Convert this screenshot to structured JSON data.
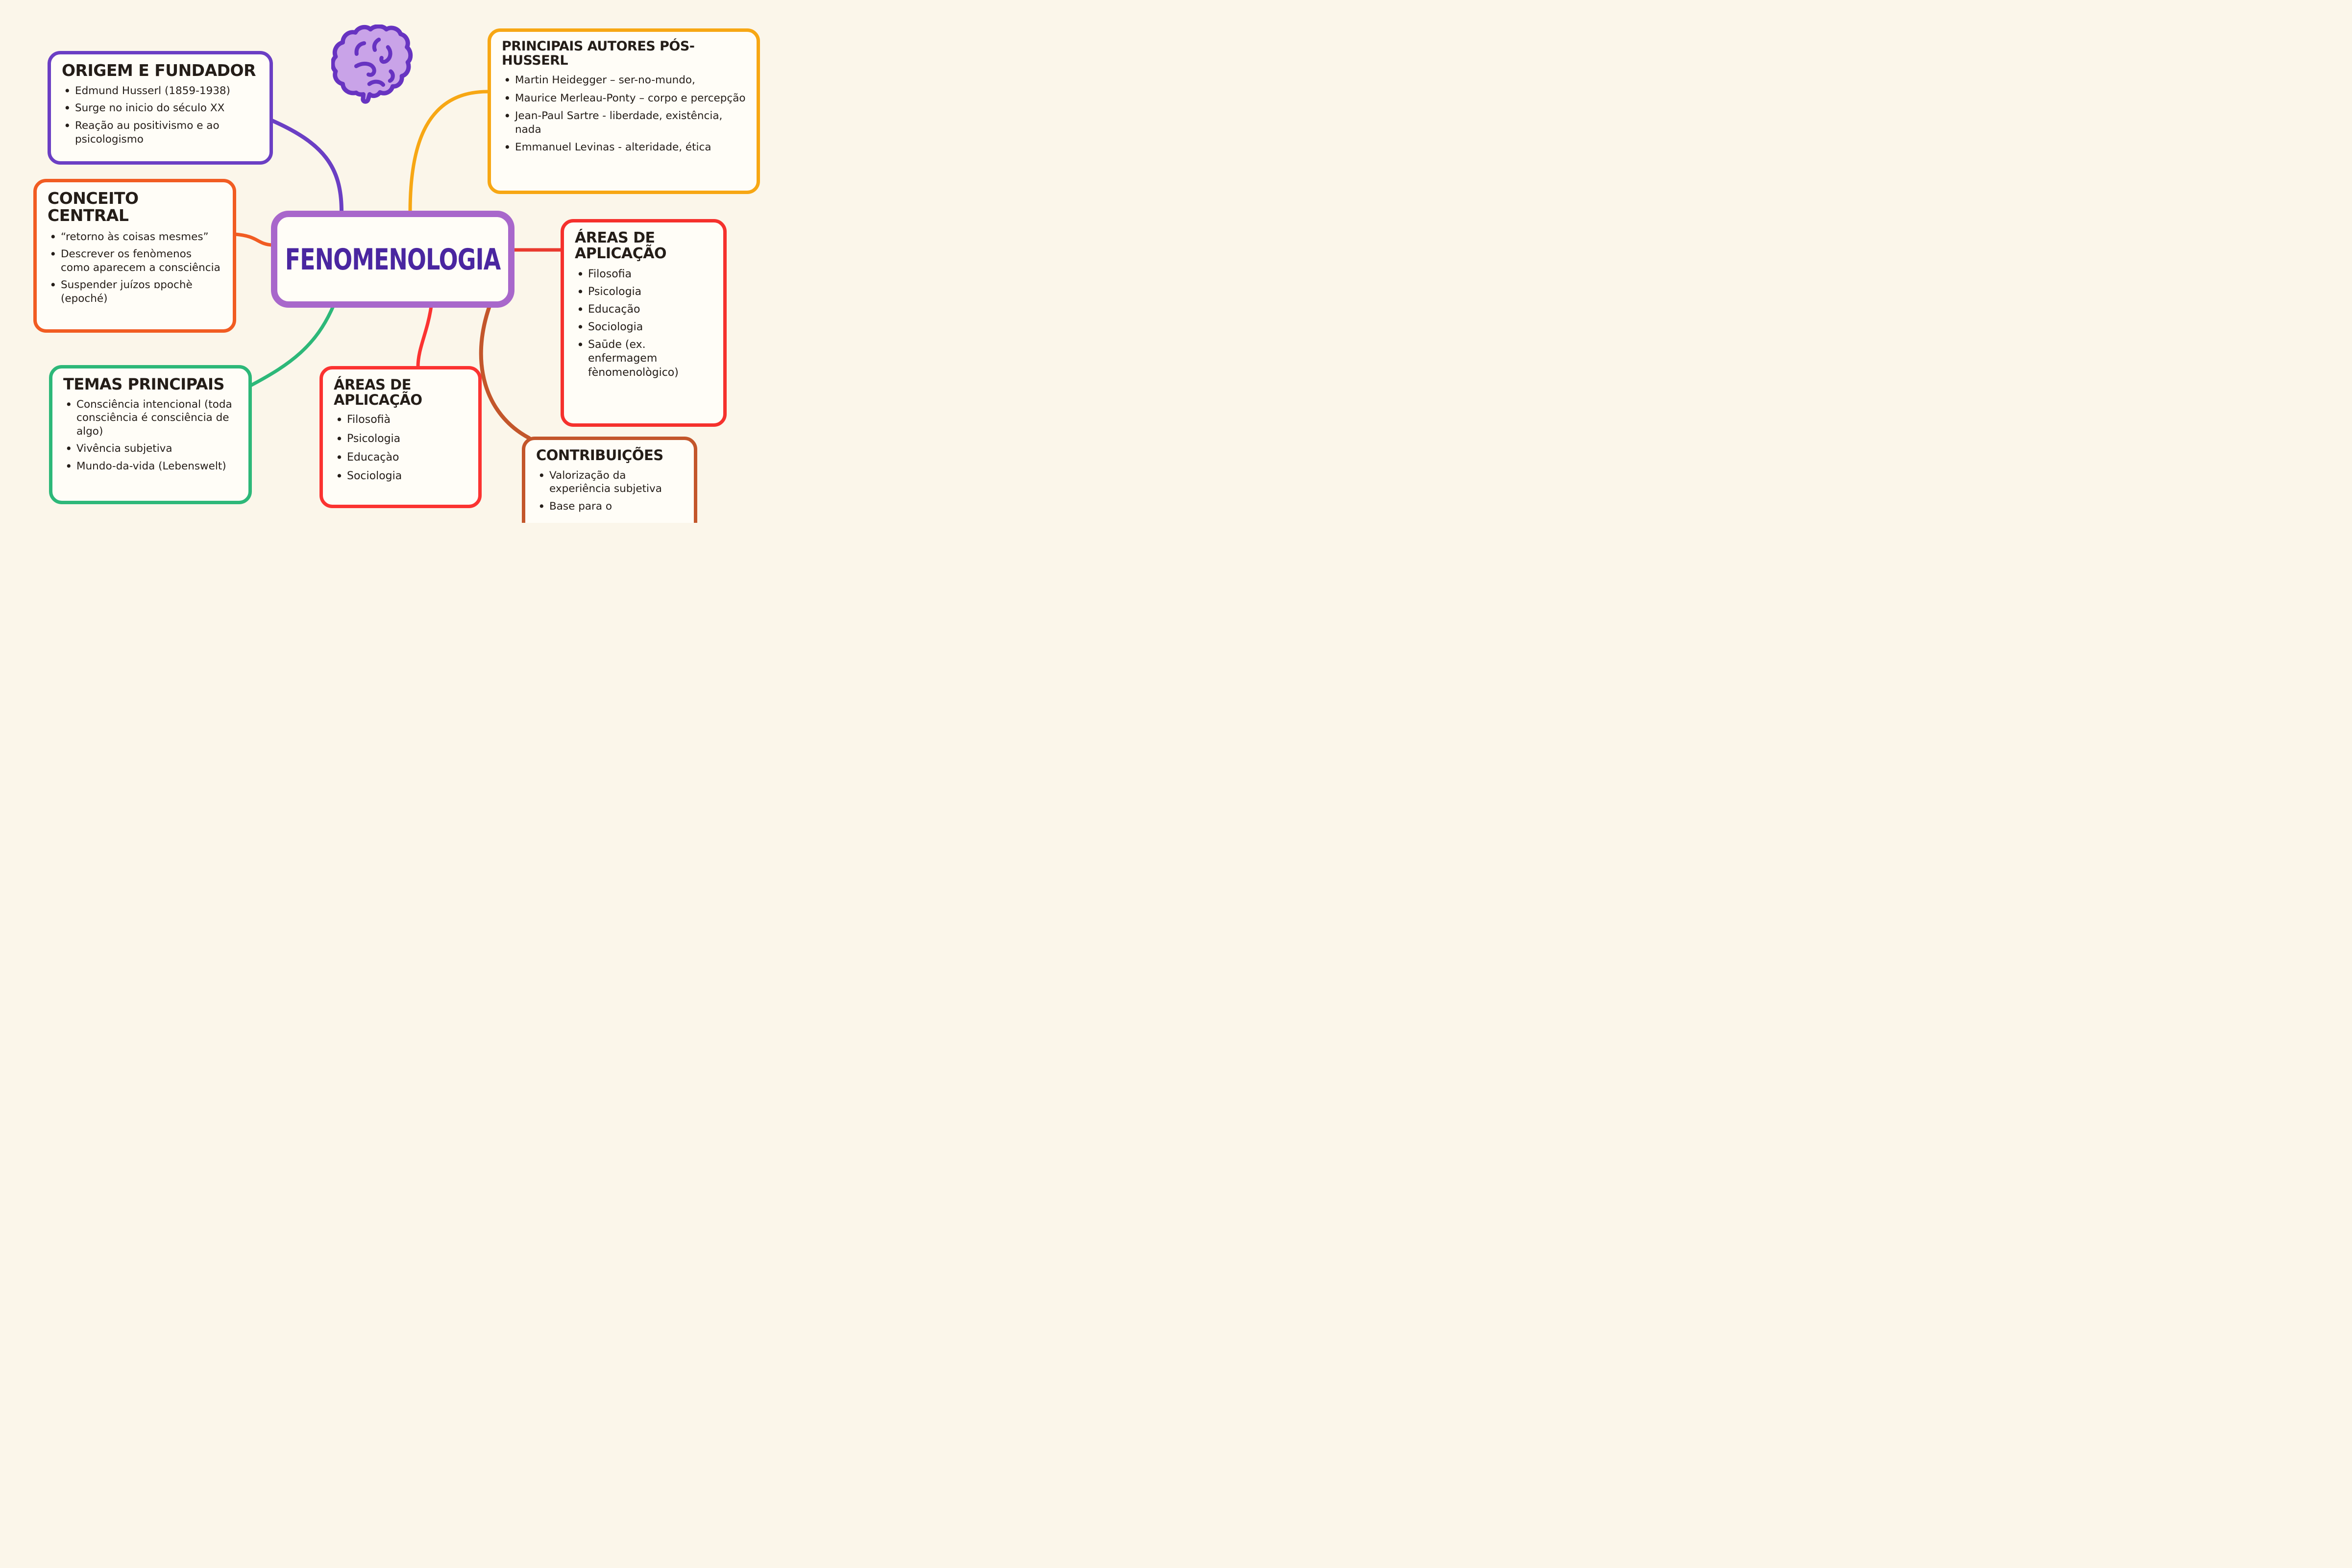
{
  "page": {
    "background": "#fbf6ea",
    "panel_fill": "#fffdf7",
    "text_color": "#241d18"
  },
  "brain": {
    "icon": "brain-icon",
    "fill": "#c9a3e8",
    "outline": "#6733c1"
  },
  "center": {
    "label": "FENOMENOLOGIA",
    "text_color": "#4a26a0",
    "border_color": "#a867cb"
  },
  "boxes": [
    {
      "id": "origem",
      "title": "ORIGEM E FUNDADOR",
      "accent": "#6b3fc4",
      "accent_style": "border-color:#6b3fc4",
      "bullets": [
        "Edmund Husserl (1859-1938)",
        "Surge no inicio do século XX",
        "Reação au positivismo e ao psicologismo"
      ]
    },
    {
      "id": "autores",
      "title": "PRINCIPAIS AUTORES PÓS-HUSSERL",
      "accent": "#f7a714",
      "accent_style": "border-color:#f7a714",
      "bullets": [
        "Martin Heidegger – ser-no-mundo,",
        "Maurice Merleau-Ponty – corpo e percepção",
        "Jean-Paul Sartre - liberdade, existência, nada",
        "Emmanuel Levinas - alteridade, ética"
      ]
    },
    {
      "id": "conceito",
      "title": "CONCEITO CENTRAL",
      "accent": "#f15c22",
      "accent_style": "border-color:#f15c22",
      "bullets": [
        "“retorno às coisas mesmes”",
        "Descrever os fenòmenos como aparecem a consciência",
        "Suspender juízos ɒpochè (epoché)"
      ]
    },
    {
      "id": "areas-right",
      "title": "ÁREAS DE APLICAÇÃO",
      "accent": "#f5312d",
      "accent_style": "border-color:#f5312d",
      "bullets": [
        "Filosofia",
        "Psicologia",
        "Educação",
        "Sociologia",
        "Saūde (ex. enfermagem fènomenològico)"
      ]
    },
    {
      "id": "temas",
      "title": "TEMAS PRINCIPAIS",
      "accent": "#2db879",
      "accent_style": "border-color:#2db879",
      "bullets": [
        "Consciência intencional (toda consciência é consciência de algo)",
        "Vivência subjetiva",
        "Mundo-da-vida (Lebenswelt)"
      ]
    },
    {
      "id": "areas-bottom",
      "title": "ÁREAS DE APLICAÇÃO",
      "accent": "#fb3331",
      "accent_style": "border-color:#fb3331",
      "bullets": [
        "Filosofià",
        "Psicologia",
        "Educaçào",
        "Sociologia"
      ]
    },
    {
      "id": "contribuicoes",
      "title": "CONTRIBUIÇÕES",
      "accent": "#c3562b",
      "accent_style": "border-color:#c3562b",
      "bullets": [
        "Valorização da experiência subjetiva",
        "Base para o"
      ]
    }
  ],
  "connectors": [
    {
      "name": "origem-link",
      "color": "#6b3fc4"
    },
    {
      "name": "autores-link",
      "color": "#f7a714"
    },
    {
      "name": "conceito-link",
      "color": "#f15c22"
    },
    {
      "name": "areas-right-link",
      "color": "#e93a2f"
    },
    {
      "name": "temas-link",
      "color": "#2db879"
    },
    {
      "name": "areas-bottom-link",
      "color": "#fb3331"
    },
    {
      "name": "contribuicoes-link",
      "color": "#c3562b"
    }
  ]
}
